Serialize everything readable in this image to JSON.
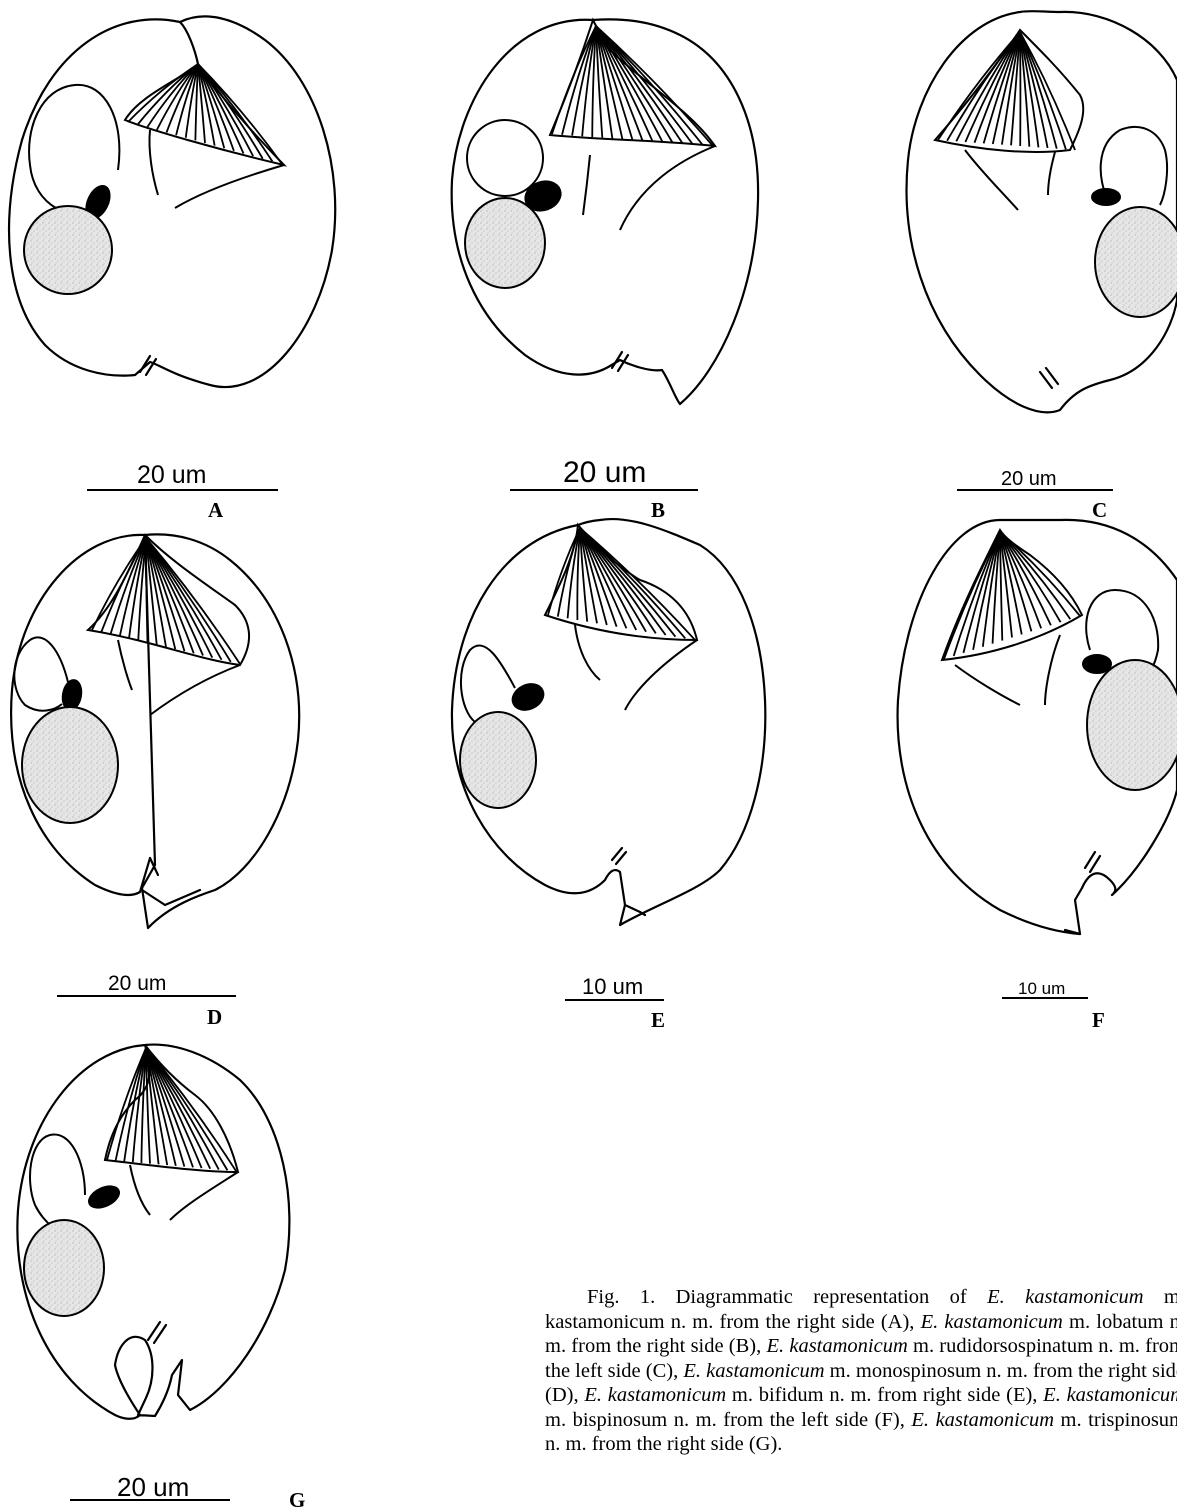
{
  "figure": {
    "colors": {
      "stroke": "#000000",
      "nucleus_fill": "#e6e6e6",
      "macronucleus_fill": "#000000",
      "background": "#ffffff"
    },
    "panels": [
      {
        "id": "A",
        "letter": "A",
        "scale_label": "20 um"
      },
      {
        "id": "B",
        "letter": "B",
        "scale_label": "20 um"
      },
      {
        "id": "C",
        "letter": "C",
        "scale_label": "20 um"
      },
      {
        "id": "D",
        "letter": "D",
        "scale_label": "20 um"
      },
      {
        "id": "E",
        "letter": "E",
        "scale_label": "10 um"
      },
      {
        "id": "F",
        "letter": "F",
        "scale_label": "10 um"
      },
      {
        "id": "G",
        "letter": "G",
        "scale_label": "20 um"
      }
    ],
    "caption": {
      "parts": [
        {
          "text": "Fig. 1. Diagrammatic representation of ",
          "italic": false
        },
        {
          "text": "E. kastamonicum",
          "italic": true
        },
        {
          "text": " m. kastamonicum n. m. from the right side (A), ",
          "italic": false
        },
        {
          "text": "E. kastamonicum",
          "italic": true
        },
        {
          "text": " m. lobatum n. m. from the right side (B), ",
          "italic": false
        },
        {
          "text": "E. kastamonicum",
          "italic": true
        },
        {
          "text": " m. rudidorsospinatum n. m. from the left side (C), ",
          "italic": false
        },
        {
          "text": "E. kastamonicum",
          "italic": true
        },
        {
          "text": " m. monospinosum n. m. from the right side (D), ",
          "italic": false
        },
        {
          "text": "E. kastamonicum",
          "italic": true
        },
        {
          "text": " m. bifidum n. m. from right side (E), ",
          "italic": false
        },
        {
          "text": "E. kastamonicum",
          "italic": true
        },
        {
          "text": " m. bispinosum n. m. from the left side (F), ",
          "italic": false
        },
        {
          "text": "E. kastamonicum",
          "italic": true
        },
        {
          "text": " m. trispinosum n. m. from the right side (G).",
          "italic": false
        }
      ]
    }
  }
}
